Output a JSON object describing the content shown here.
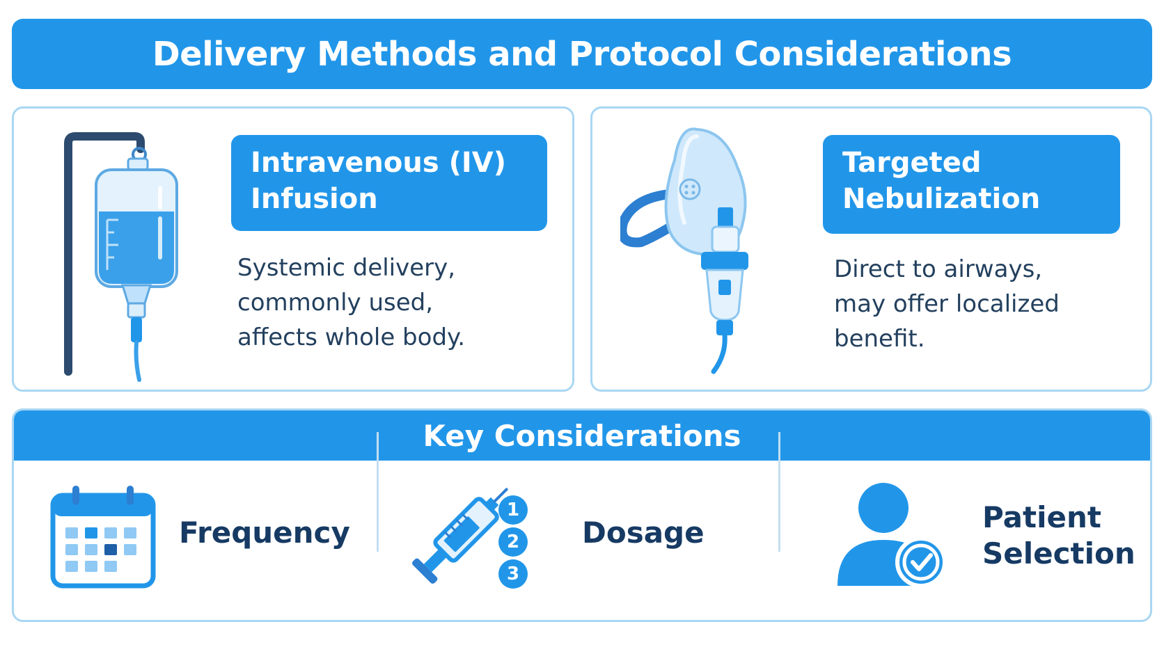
{
  "title": "Delivery Methods and Protocol Considerations",
  "methods": [
    {
      "label_line1": "Intravenous (IV)",
      "label_line2": "Infusion",
      "desc_line1": "Systemic delivery,",
      "desc_line2": "commonly used,",
      "desc_line3": "affects whole body.",
      "icon": "iv-bag-icon"
    },
    {
      "label_line1": "Targeted",
      "label_line2": "Nebulization",
      "desc_line1": "Direct to airways,",
      "desc_line2": "may offer localized",
      "desc_line3": "benefit.",
      "icon": "nebulizer-mask-icon"
    }
  ],
  "key_considerations": {
    "heading": "Key Considerations",
    "items": [
      {
        "label": "Frequency",
        "icon": "calendar-icon"
      },
      {
        "label": "Dosage",
        "icon": "syringe-icon",
        "steps": [
          "1",
          "2",
          "3"
        ]
      },
      {
        "label_line1": "Patient",
        "label_line2": "Selection",
        "icon": "patient-check-icon"
      }
    ]
  },
  "colors": {
    "primary": "#2196e9",
    "border": "#a9d7f3",
    "dark_text": "#163a63"
  }
}
